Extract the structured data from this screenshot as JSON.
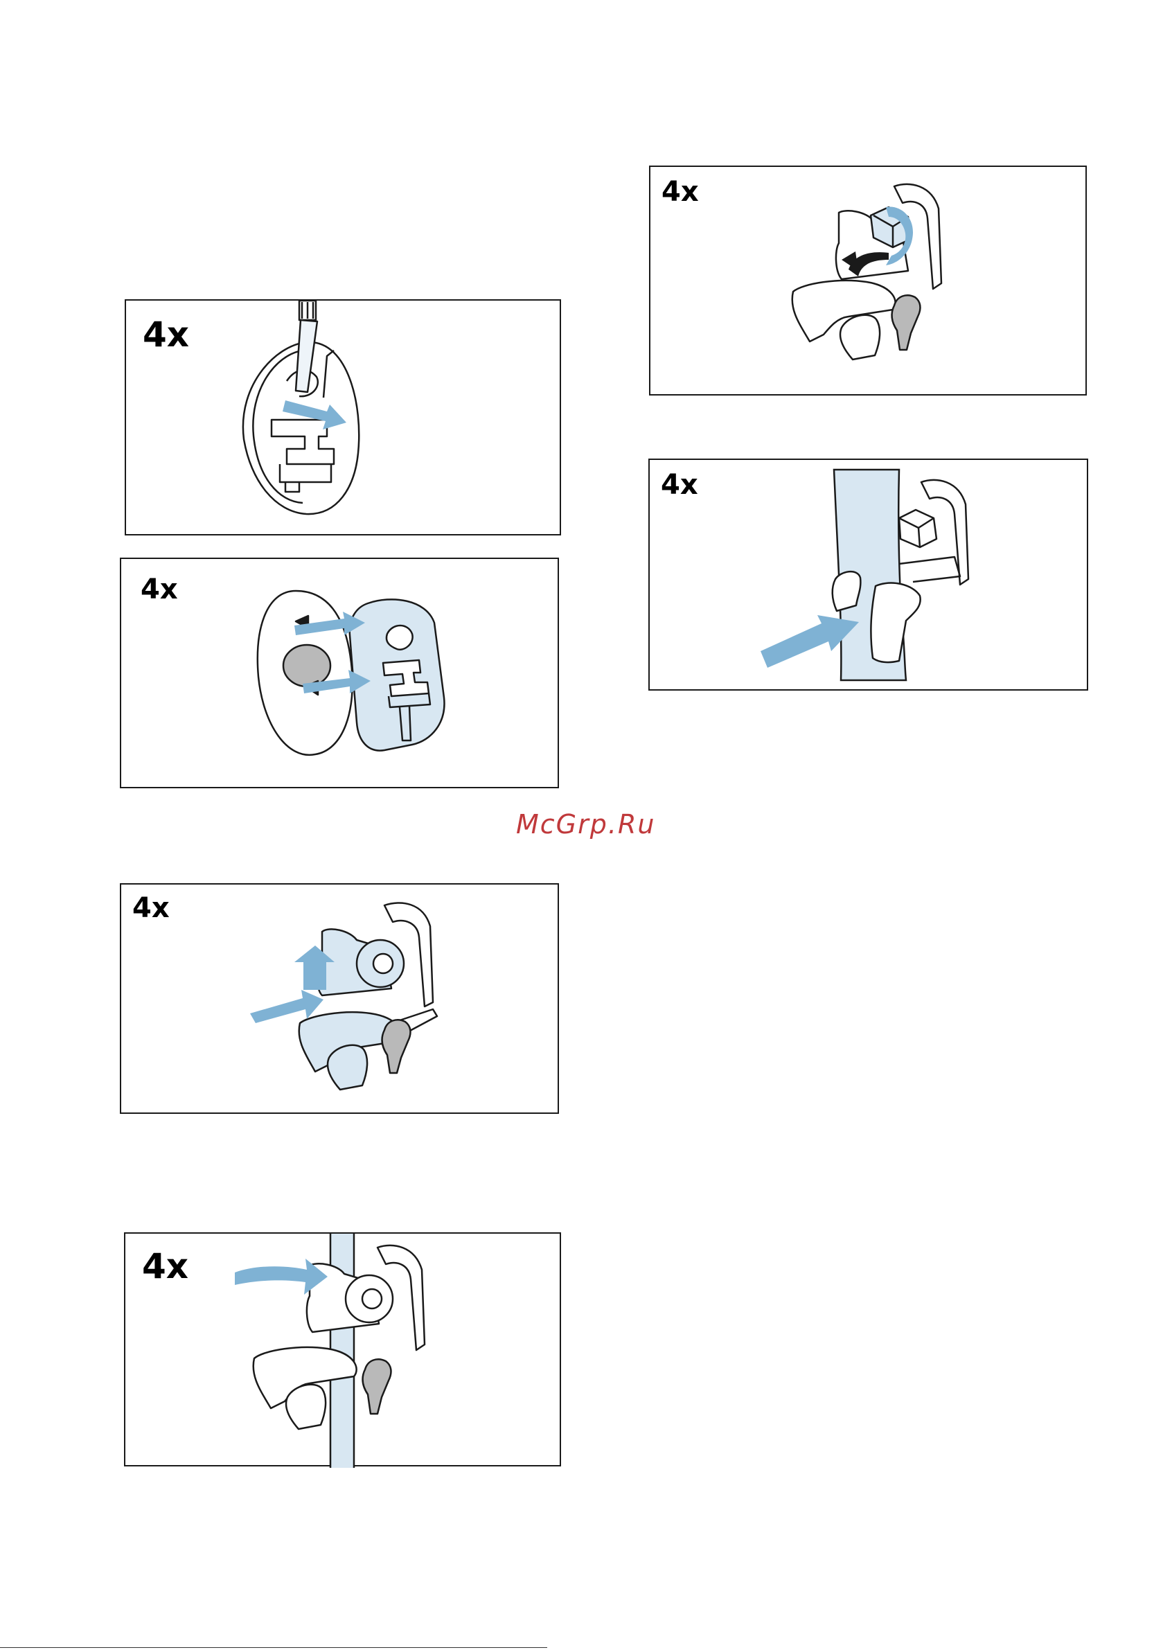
{
  "panels": [
    {
      "id": "remove-cover",
      "count": "4x"
    },
    {
      "id": "mount-plate",
      "count": "4x"
    },
    {
      "id": "insert-clip",
      "count": "4x"
    },
    {
      "id": "hinge-slide",
      "count": "4x"
    },
    {
      "id": "turn-screw",
      "count": "4x"
    },
    {
      "id": "press-strip",
      "count": "4x"
    }
  ],
  "watermark": {
    "text": "McGrp.Ru",
    "color": "#c0393b"
  },
  "colors": {
    "arrow": "#7fb2d4",
    "fill_light": "#d8e7f2",
    "grey_part": "#b9b9b9",
    "line": "#1a1a1a"
  }
}
